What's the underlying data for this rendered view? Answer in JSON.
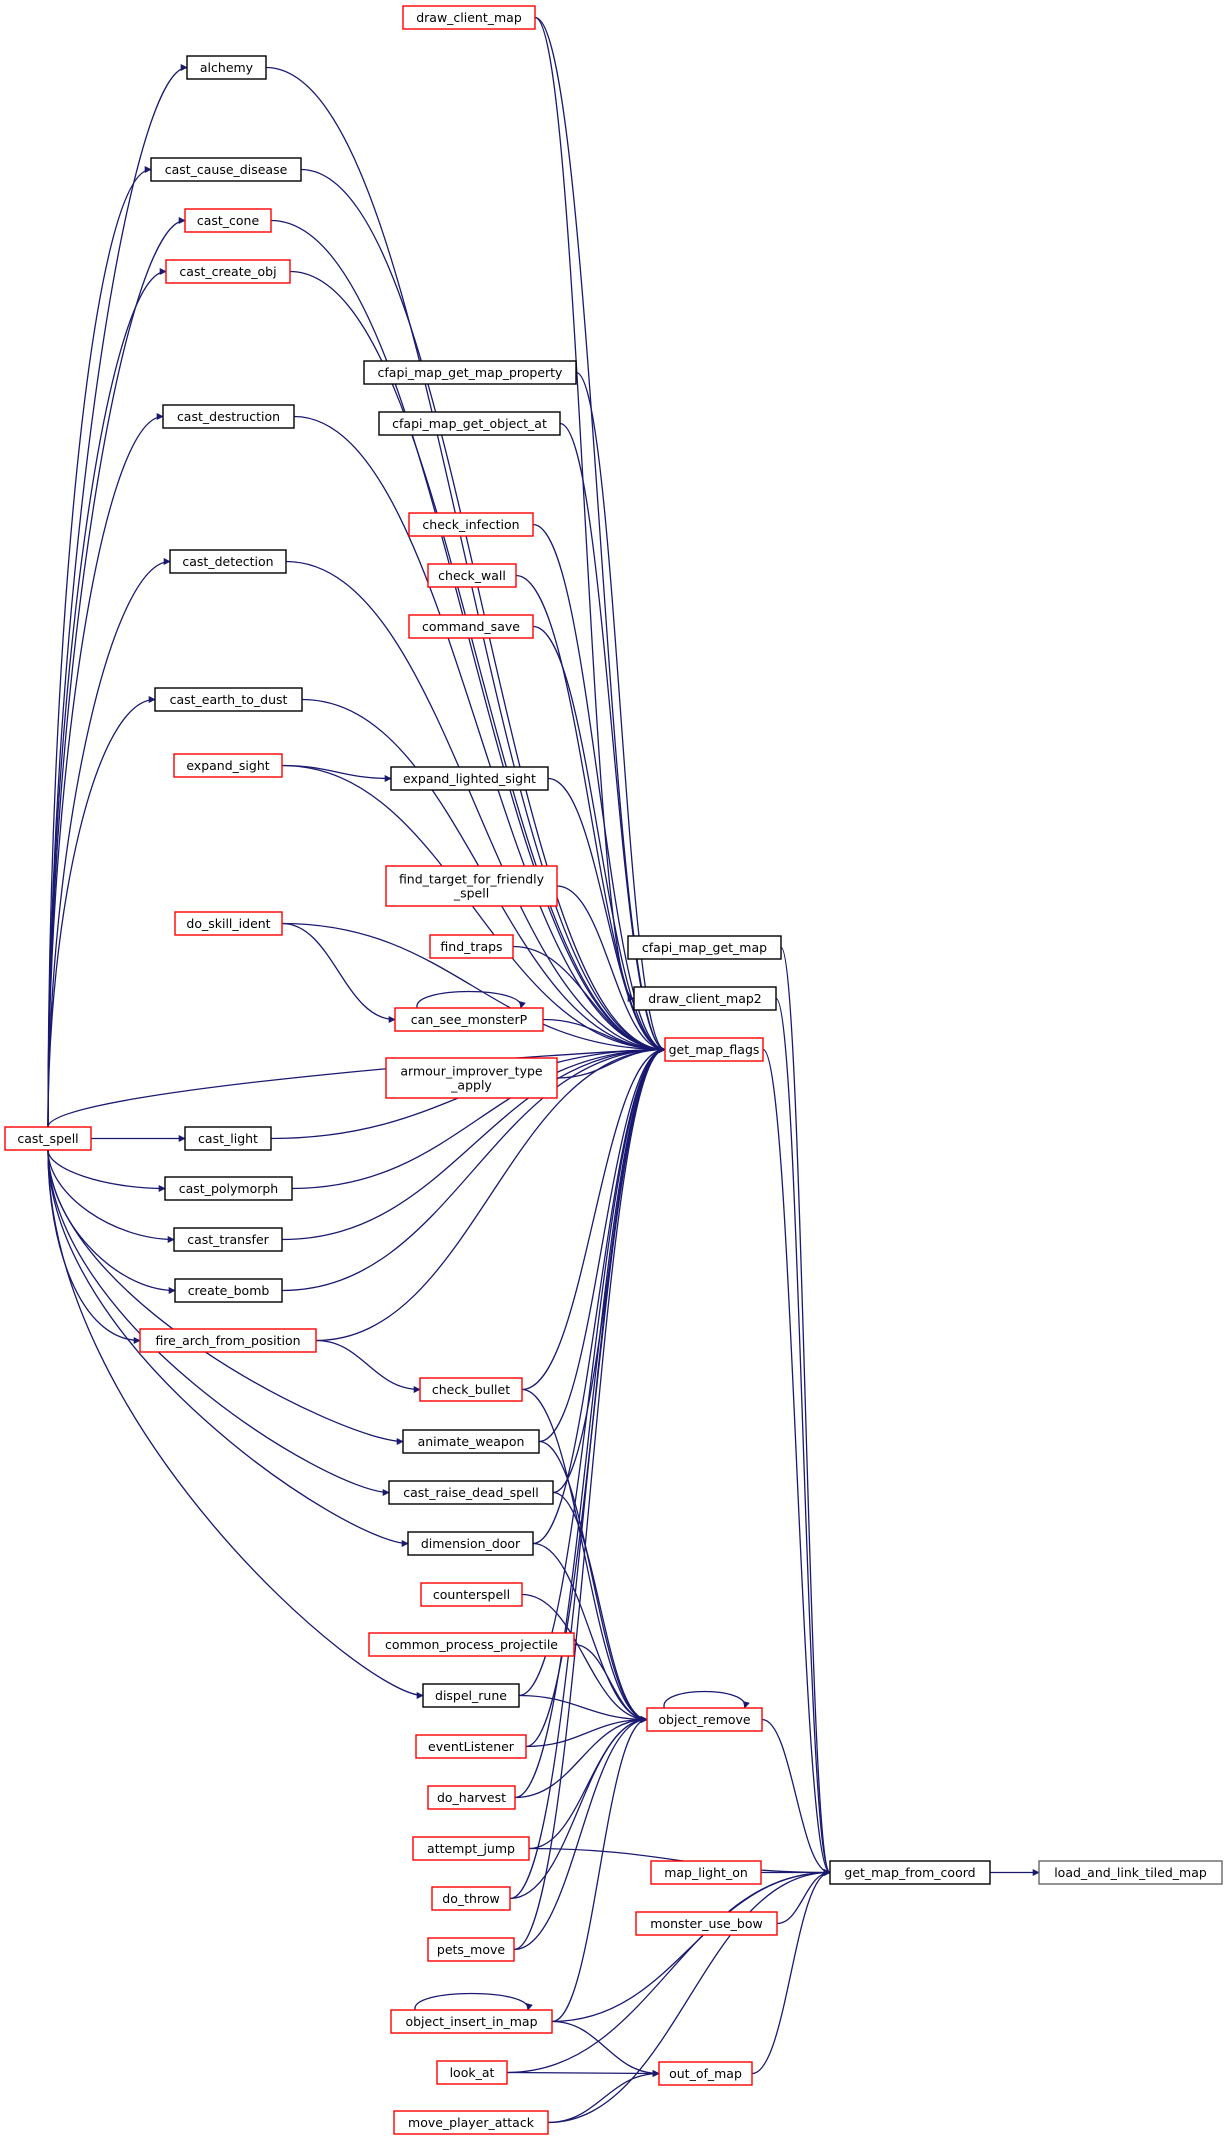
{
  "colors": {
    "edge": "#191970",
    "border_black": "#000000",
    "border_red": "#ff0000",
    "border_gray": "#666666",
    "focus_fill": "#bfbfbf"
  },
  "nodes": [
    {
      "id": "load_and_link_tiled_map",
      "lines": [
        "load_and_link_tiled_map"
      ],
      "border": "gray",
      "focus": true
    },
    {
      "id": "get_map_from_coord",
      "lines": [
        "get_map_from_coord"
      ],
      "border": "black"
    },
    {
      "id": "get_map_flags",
      "lines": [
        "get_map_flags"
      ],
      "border": "red"
    },
    {
      "id": "object_remove",
      "lines": [
        "object_remove"
      ],
      "border": "red"
    },
    {
      "id": "out_of_map",
      "lines": [
        "out_of_map"
      ],
      "border": "red"
    },
    {
      "id": "cfapi_map_get_map",
      "lines": [
        "cfapi_map_get_map"
      ],
      "border": "black"
    },
    {
      "id": "draw_client_map2",
      "lines": [
        "draw_client_map2"
      ],
      "border": "black"
    },
    {
      "id": "map_light_on",
      "lines": [
        "map_light_on"
      ],
      "border": "red"
    },
    {
      "id": "monster_use_bow",
      "lines": [
        "monster_use_bow"
      ],
      "border": "red"
    },
    {
      "id": "draw_client_map",
      "lines": [
        "draw_client_map"
      ],
      "border": "red"
    },
    {
      "id": "cfapi_map_get_map_property",
      "lines": [
        "cfapi_map_get_map_property"
      ],
      "border": "black"
    },
    {
      "id": "cfapi_map_get_object_at",
      "lines": [
        "cfapi_map_get_object_at"
      ],
      "border": "black"
    },
    {
      "id": "check_infection",
      "lines": [
        "check_infection"
      ],
      "border": "red"
    },
    {
      "id": "check_wall",
      "lines": [
        "check_wall"
      ],
      "border": "red"
    },
    {
      "id": "command_save",
      "lines": [
        "command_save"
      ],
      "border": "red"
    },
    {
      "id": "expand_lighted_sight",
      "lines": [
        "expand_lighted_sight"
      ],
      "border": "black"
    },
    {
      "id": "find_target_for_friendly_spell",
      "lines": [
        "find_target_for_friendly",
        "_spell"
      ],
      "border": "red"
    },
    {
      "id": "find_traps",
      "lines": [
        "find_traps"
      ],
      "border": "red"
    },
    {
      "id": "can_see_monsterP",
      "lines": [
        "can_see_monsterP"
      ],
      "border": "red"
    },
    {
      "id": "armour_improver_type_apply",
      "lines": [
        "armour_improver_type",
        "_apply"
      ],
      "border": "red"
    },
    {
      "id": "check_bullet",
      "lines": [
        "check_bullet"
      ],
      "border": "red"
    },
    {
      "id": "animate_weapon",
      "lines": [
        "animate_weapon"
      ],
      "border": "black"
    },
    {
      "id": "cast_raise_dead_spell",
      "lines": [
        "cast_raise_dead_spell"
      ],
      "border": "black"
    },
    {
      "id": "dimension_door",
      "lines": [
        "dimension_door"
      ],
      "border": "black"
    },
    {
      "id": "counterspell",
      "lines": [
        "counterspell"
      ],
      "border": "red"
    },
    {
      "id": "common_process_projectile",
      "lines": [
        "common_process_projectile"
      ],
      "border": "red"
    },
    {
      "id": "dispel_rune",
      "lines": [
        "dispel_rune"
      ],
      "border": "black"
    },
    {
      "id": "eventListener",
      "lines": [
        "eventListener"
      ],
      "border": "red"
    },
    {
      "id": "do_harvest",
      "lines": [
        "do_harvest"
      ],
      "border": "red"
    },
    {
      "id": "attempt_jump",
      "lines": [
        "attempt_jump"
      ],
      "border": "red"
    },
    {
      "id": "do_throw",
      "lines": [
        "do_throw"
      ],
      "border": "red"
    },
    {
      "id": "pets_move",
      "lines": [
        "pets_move"
      ],
      "border": "red"
    },
    {
      "id": "object_insert_in_map",
      "lines": [
        "object_insert_in_map"
      ],
      "border": "red"
    },
    {
      "id": "look_at",
      "lines": [
        "look_at"
      ],
      "border": "red"
    },
    {
      "id": "move_player_attack",
      "lines": [
        "move_player_attack"
      ],
      "border": "red"
    },
    {
      "id": "alchemy",
      "lines": [
        "alchemy"
      ],
      "border": "black"
    },
    {
      "id": "cast_cause_disease",
      "lines": [
        "cast_cause_disease"
      ],
      "border": "black"
    },
    {
      "id": "cast_cone",
      "lines": [
        "cast_cone"
      ],
      "border": "red"
    },
    {
      "id": "cast_create_obj",
      "lines": [
        "cast_create_obj"
      ],
      "border": "red"
    },
    {
      "id": "cast_destruction",
      "lines": [
        "cast_destruction"
      ],
      "border": "black"
    },
    {
      "id": "cast_detection",
      "lines": [
        "cast_detection"
      ],
      "border": "black"
    },
    {
      "id": "cast_earth_to_dust",
      "lines": [
        "cast_earth_to_dust"
      ],
      "border": "black"
    },
    {
      "id": "expand_sight",
      "lines": [
        "expand_sight"
      ],
      "border": "red"
    },
    {
      "id": "do_skill_ident",
      "lines": [
        "do_skill_ident"
      ],
      "border": "red"
    },
    {
      "id": "cast_light",
      "lines": [
        "cast_light"
      ],
      "border": "black"
    },
    {
      "id": "cast_polymorph",
      "lines": [
        "cast_polymorph"
      ],
      "border": "black"
    },
    {
      "id": "cast_transfer",
      "lines": [
        "cast_transfer"
      ],
      "border": "black"
    },
    {
      "id": "create_bomb",
      "lines": [
        "create_bomb"
      ],
      "border": "black"
    },
    {
      "id": "fire_arch_from_position",
      "lines": [
        "fire_arch_from_position"
      ],
      "border": "red"
    },
    {
      "id": "cast_spell",
      "lines": [
        "cast_spell"
      ],
      "border": "red"
    }
  ],
  "edges": [
    [
      "get_map_from_coord",
      "load_and_link_tiled_map"
    ],
    [
      "get_map_flags",
      "get_map_from_coord"
    ],
    [
      "object_remove",
      "get_map_from_coord"
    ],
    [
      "out_of_map",
      "get_map_from_coord"
    ],
    [
      "cfapi_map_get_map",
      "get_map_from_coord"
    ],
    [
      "draw_client_map2",
      "get_map_from_coord"
    ],
    [
      "map_light_on",
      "get_map_from_coord"
    ],
    [
      "monster_use_bow",
      "get_map_from_coord"
    ],
    [
      "object_insert_in_map",
      "get_map_from_coord"
    ],
    [
      "look_at",
      "get_map_from_coord"
    ],
    [
      "move_player_attack",
      "get_map_from_coord"
    ],
    [
      "attempt_jump",
      "get_map_from_coord"
    ],
    [
      "object_insert_in_map",
      "out_of_map"
    ],
    [
      "look_at",
      "out_of_map"
    ],
    [
      "move_player_attack",
      "out_of_map"
    ],
    [
      "object_remove",
      "object_remove"
    ],
    [
      "object_insert_in_map",
      "object_insert_in_map"
    ],
    [
      "can_see_monsterP",
      "can_see_monsterP"
    ],
    [
      "draw_client_map",
      "get_map_flags"
    ],
    [
      "alchemy",
      "get_map_flags"
    ],
    [
      "cast_cause_disease",
      "get_map_flags"
    ],
    [
      "cast_cone",
      "get_map_flags"
    ],
    [
      "cast_create_obj",
      "get_map_flags"
    ],
    [
      "cast_destruction",
      "get_map_flags"
    ],
    [
      "cast_detection",
      "get_map_flags"
    ],
    [
      "cast_earth_to_dust",
      "get_map_flags"
    ],
    [
      "expand_sight",
      "get_map_flags"
    ],
    [
      "do_skill_ident",
      "get_map_flags"
    ],
    [
      "cast_spell",
      "get_map_flags"
    ],
    [
      "cfapi_map_get_map_property",
      "get_map_flags"
    ],
    [
      "cfapi_map_get_object_at",
      "get_map_flags"
    ],
    [
      "check_infection",
      "get_map_flags"
    ],
    [
      "check_wall",
      "get_map_flags"
    ],
    [
      "command_save",
      "get_map_flags"
    ],
    [
      "expand_lighted_sight",
      "get_map_flags"
    ],
    [
      "find_target_for_friendly_spell",
      "get_map_flags"
    ],
    [
      "find_traps",
      "get_map_flags"
    ],
    [
      "can_see_monsterP",
      "get_map_flags"
    ],
    [
      "armour_improver_type_apply",
      "get_map_flags"
    ],
    [
      "cast_light",
      "get_map_flags"
    ],
    [
      "cast_polymorph",
      "get_map_flags"
    ],
    [
      "cast_transfer",
      "get_map_flags"
    ],
    [
      "create_bomb",
      "get_map_flags"
    ],
    [
      "fire_arch_from_position",
      "get_map_flags"
    ],
    [
      "check_bullet",
      "get_map_flags"
    ],
    [
      "animate_weapon",
      "get_map_flags"
    ],
    [
      "cast_raise_dead_spell",
      "get_map_flags"
    ],
    [
      "dimension_door",
      "get_map_flags"
    ],
    [
      "dispel_rune",
      "get_map_flags"
    ],
    [
      "eventListener",
      "get_map_flags"
    ],
    [
      "do_harvest",
      "get_map_flags"
    ],
    [
      "do_throw",
      "get_map_flags"
    ],
    [
      "pets_move",
      "get_map_flags"
    ],
    [
      "draw_client_map",
      "draw_client_map2"
    ],
    [
      "check_bullet",
      "object_remove"
    ],
    [
      "animate_weapon",
      "object_remove"
    ],
    [
      "cast_raise_dead_spell",
      "object_remove"
    ],
    [
      "dimension_door",
      "object_remove"
    ],
    [
      "counterspell",
      "object_remove"
    ],
    [
      "common_process_projectile",
      "object_remove"
    ],
    [
      "dispel_rune",
      "object_remove"
    ],
    [
      "eventListener",
      "object_remove"
    ],
    [
      "do_harvest",
      "object_remove"
    ],
    [
      "attempt_jump",
      "object_remove"
    ],
    [
      "do_throw",
      "object_remove"
    ],
    [
      "pets_move",
      "object_remove"
    ],
    [
      "object_insert_in_map",
      "object_remove"
    ],
    [
      "expand_sight",
      "expand_lighted_sight"
    ],
    [
      "do_skill_ident",
      "can_see_monsterP"
    ],
    [
      "fire_arch_from_position",
      "check_bullet"
    ],
    [
      "cast_spell",
      "alchemy"
    ],
    [
      "cast_spell",
      "cast_cause_disease"
    ],
    [
      "cast_spell",
      "cast_cone"
    ],
    [
      "cast_spell",
      "cast_create_obj"
    ],
    [
      "cast_spell",
      "cast_destruction"
    ],
    [
      "cast_spell",
      "cast_detection"
    ],
    [
      "cast_spell",
      "cast_earth_to_dust"
    ],
    [
      "cast_spell",
      "cast_light"
    ],
    [
      "cast_spell",
      "cast_polymorph"
    ],
    [
      "cast_spell",
      "cast_transfer"
    ],
    [
      "cast_spell",
      "create_bomb"
    ],
    [
      "cast_spell",
      "fire_arch_from_position"
    ],
    [
      "cast_spell",
      "animate_weapon"
    ],
    [
      "cast_spell",
      "cast_raise_dead_spell"
    ],
    [
      "cast_spell",
      "dimension_door"
    ],
    [
      "cast_spell",
      "dispel_rune"
    ]
  ]
}
